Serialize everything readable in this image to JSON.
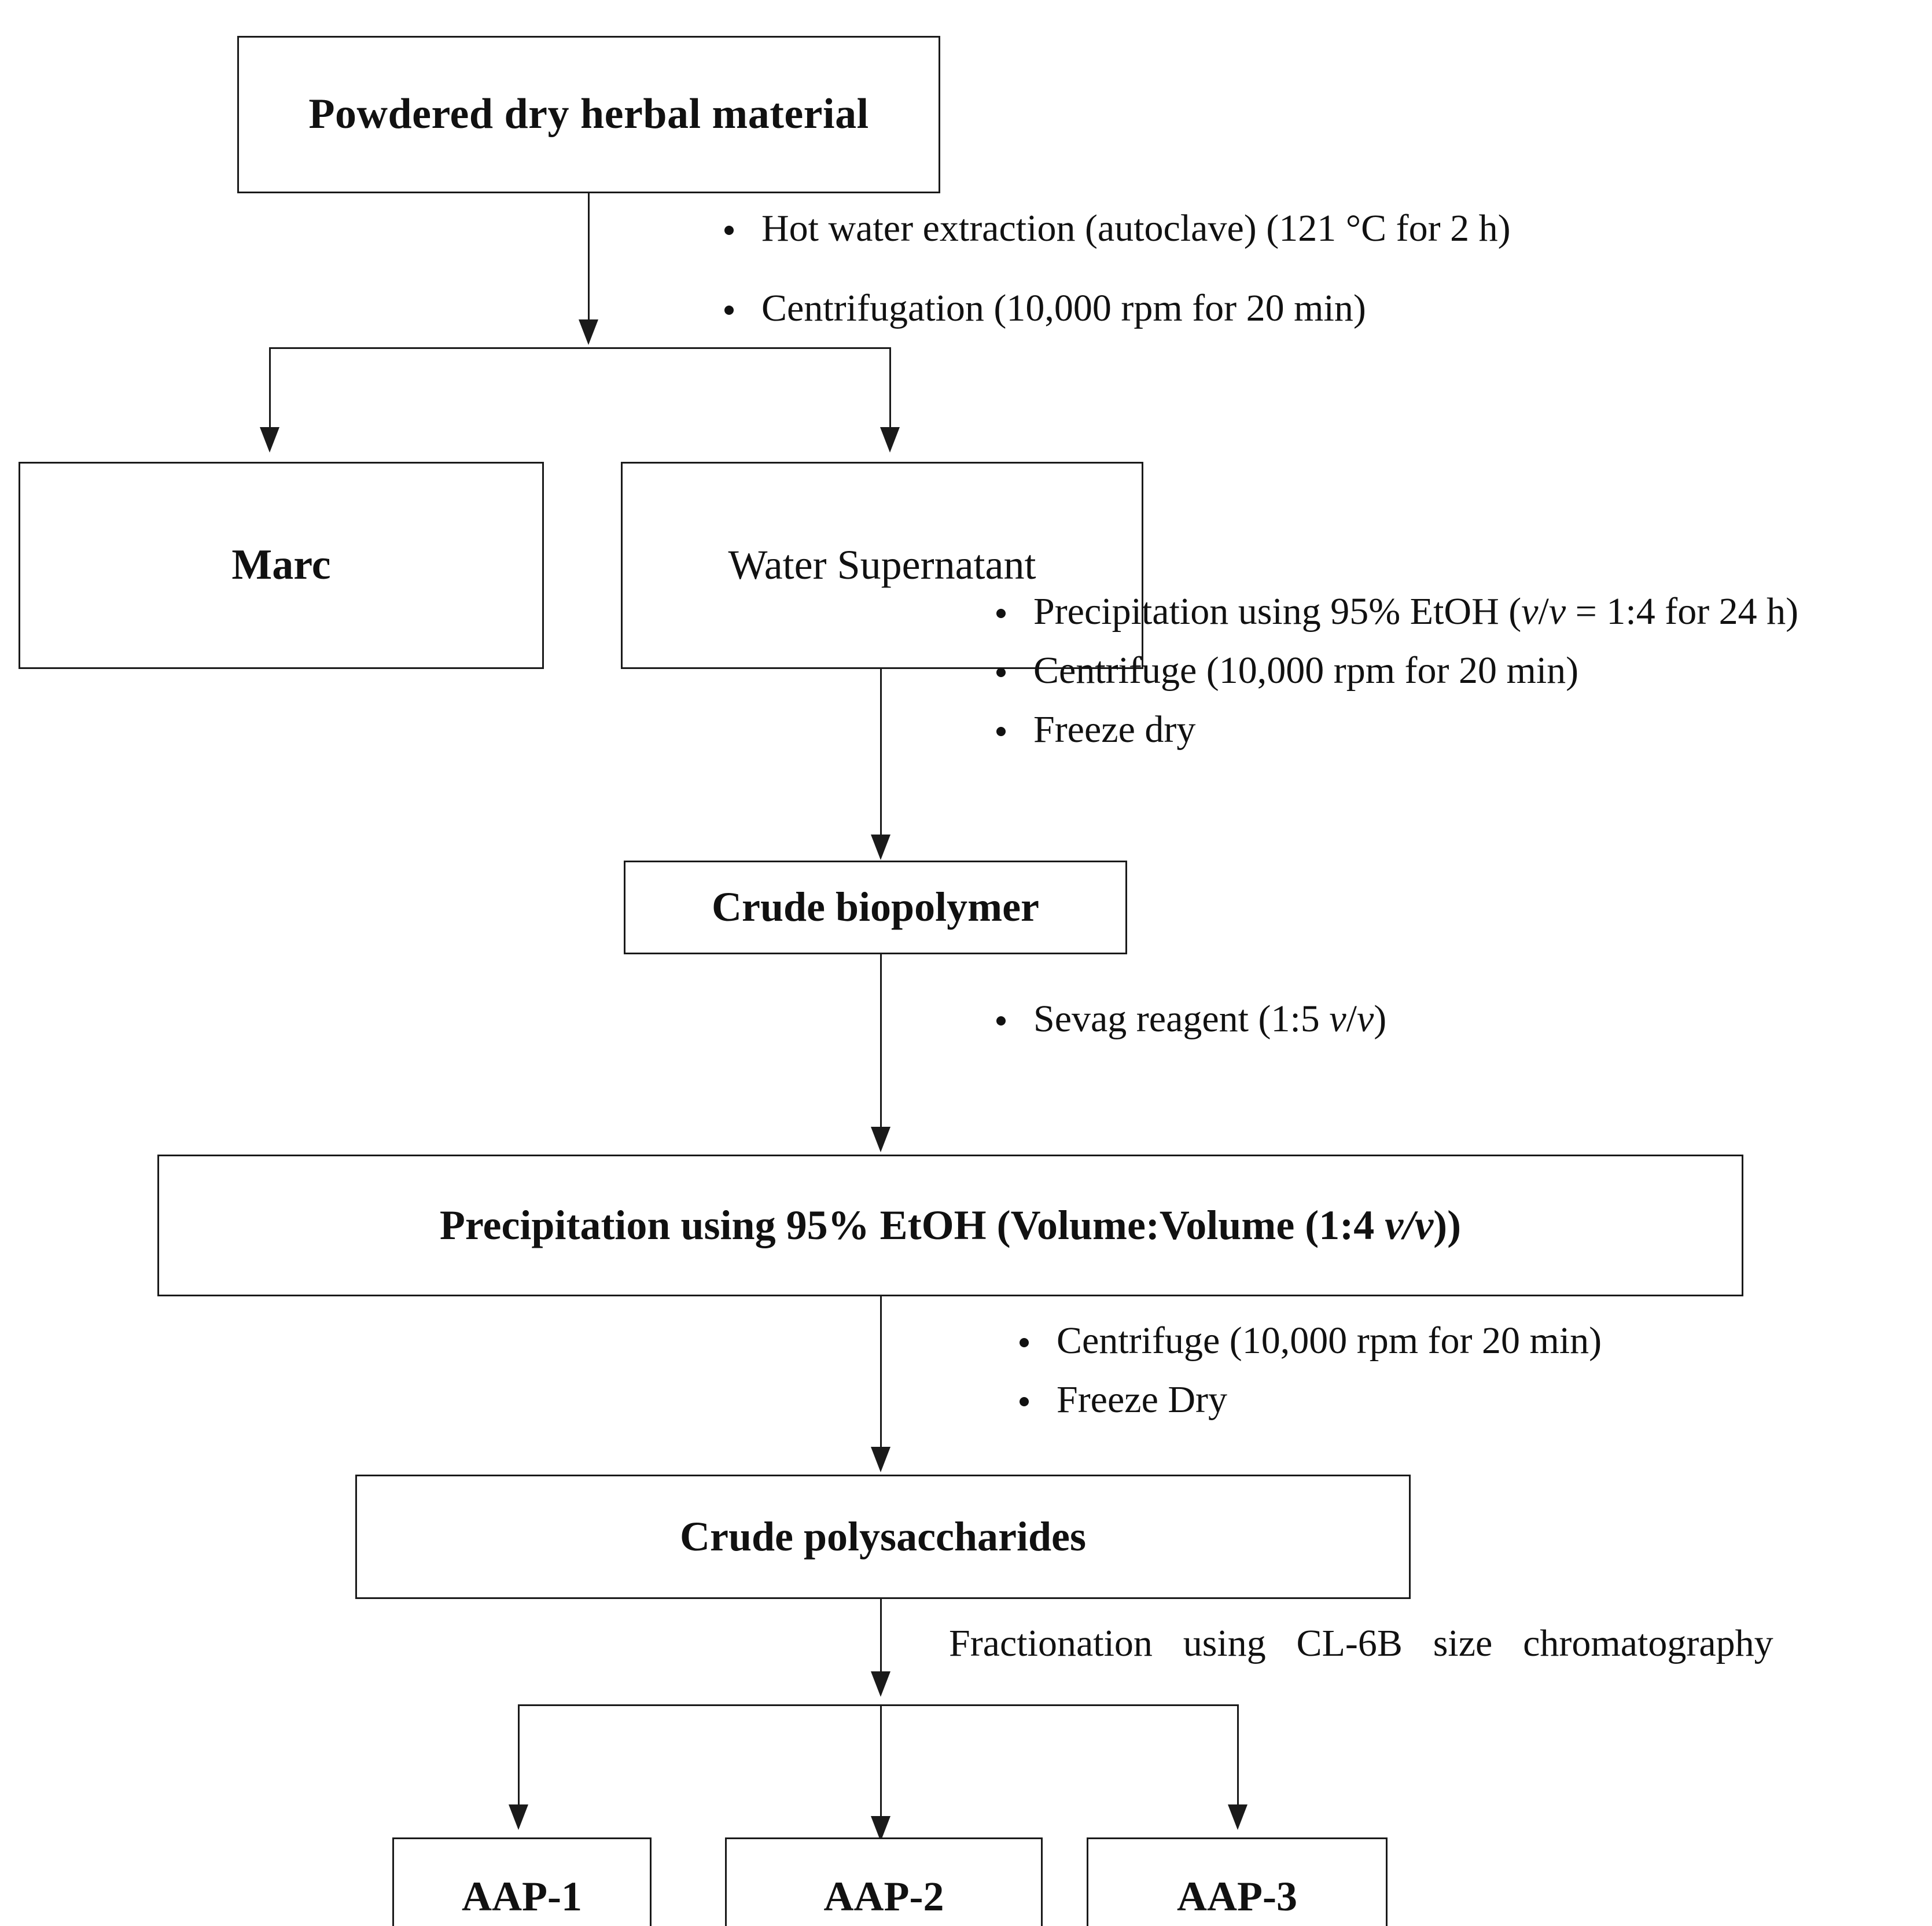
{
  "diagram": {
    "title": "Polysaccharide extraction and fractionation flow chart",
    "boxes": {
      "powdered": "Powdered dry herbal material",
      "marc": "Marc",
      "supernatant": "Water Supernatant",
      "biopolymer": "Crude  biopolymer",
      "precipitation": "Precipitation using 95% EtOH (Volume:Volume (1:4 v/v))",
      "crude_polysaccharides": "Crude polysaccharides",
      "aap1": "AAP-1",
      "aap2": "AAP-2",
      "aap3": "AAP-3"
    },
    "annotations": {
      "step1": [
        "Hot water extraction (autoclave) (121 °C for 2 h)",
        "Centrifugation (10,000 rpm for 20 min)"
      ],
      "step2": [
        "Precipitation using 95% EtOH (v/v = 1:4 for 24 h)",
        "Centrifuge (10,000 rpm for 20 min)",
        "Freeze dry"
      ],
      "step3": [
        "Sevag reagent (1:5 v/v)"
      ],
      "step4": [
        "Centrifuge (10,000 rpm for 20 min)",
        "Freeze Dry"
      ],
      "step5": "Fractionation using CL-6B size chromatography"
    },
    "colors": {
      "line": "#1a1a1a",
      "text": "#111111",
      "background": "#ffffff"
    }
  }
}
